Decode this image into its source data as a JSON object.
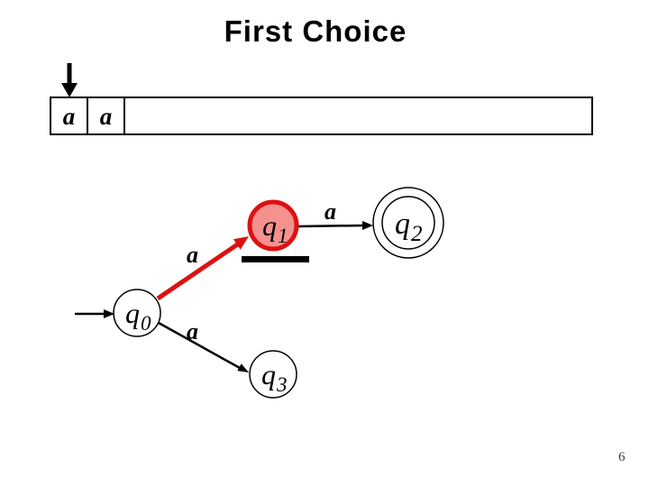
{
  "slide": {
    "title": "First Choice",
    "page_number": "6"
  },
  "tape": {
    "cells": [
      "a",
      "a"
    ],
    "empty_section": ""
  },
  "automaton": {
    "states": [
      {
        "id": "q0",
        "label": "q",
        "sub": "0",
        "kind": "start"
      },
      {
        "id": "q1",
        "label": "q",
        "sub": "1",
        "kind": "current-highlighted"
      },
      {
        "id": "q2",
        "label": "q",
        "sub": "2",
        "kind": "accepting"
      },
      {
        "id": "q3",
        "label": "q",
        "sub": "3",
        "kind": "normal"
      }
    ],
    "transitions": [
      {
        "from": "q0",
        "to": "q1",
        "label": "a",
        "highlighted": true
      },
      {
        "from": "q1",
        "to": "q2",
        "label": "a",
        "highlighted": false
      },
      {
        "from": "q0",
        "to": "q3",
        "label": "a",
        "highlighted": false
      }
    ]
  },
  "colors": {
    "ink": "#000000",
    "highlight_stroke": "#dd1111",
    "highlight_fill": "#f5918f",
    "state_fill": "#ffffff"
  }
}
